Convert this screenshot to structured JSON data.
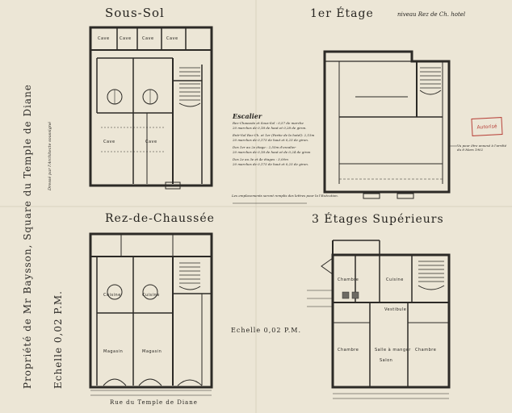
{
  "titles": {
    "sous_sol": "Sous-Sol",
    "etage1": "1er Étage",
    "etage1_note": "niveau Rez de Ch. hotel",
    "rdc": "Rez-de-Chaussée",
    "superieurs": "3 Étages Supérieurs"
  },
  "owner": "Propriété de Mr Baysson, Square du Temple de Diane",
  "scale_left": "Echelle 0,02 P.M.",
  "scale_mid": "Echelle 0,02 P.M.",
  "street": "Rue du Temple de Diane",
  "drawn_by": "Dressé par l'Architecte soussigné",
  "escalier": {
    "heading": "Escalier",
    "lines": [
      "Rez-Chaussée et Sous-Sol : 0,57 de marche",
      "20 marches de 0,18 de haut et 0,28 de giron.",
      "Entr'Sol Rez-Ch. et 1er (Partie de la hotel): 2,15m",
      "20 marches de 0,175 de haut et 0,25 de giron.",
      "Des 1er au 2e étage : 2,55m d'escalier",
      "20 marches de 0,18 de haut et de 0,24 de giron",
      "Des 2e au 3e et 4e étages : 3,00m",
      "20 marches de 0,175 de haut et 0,25 de giron."
    ]
  },
  "note": "Les emplacements seront remplis des lettres pour la l'Exécution.",
  "stamp_text": "Autorisé",
  "side_note": "Vu pour être annexé à l'arrêté du 8 Mars 1902",
  "rooms": {
    "cave": "Cave",
    "magasin": "Magasin",
    "chambre": "Chambre",
    "cuisine": "Cuisine",
    "salle_a_manger": "Salle à manger",
    "vestibule": "Vestibule",
    "salon": "Salon"
  },
  "colors": {
    "paper": "#ece6d6",
    "ink": "#2c2a26",
    "stamp": "#b8433b"
  }
}
